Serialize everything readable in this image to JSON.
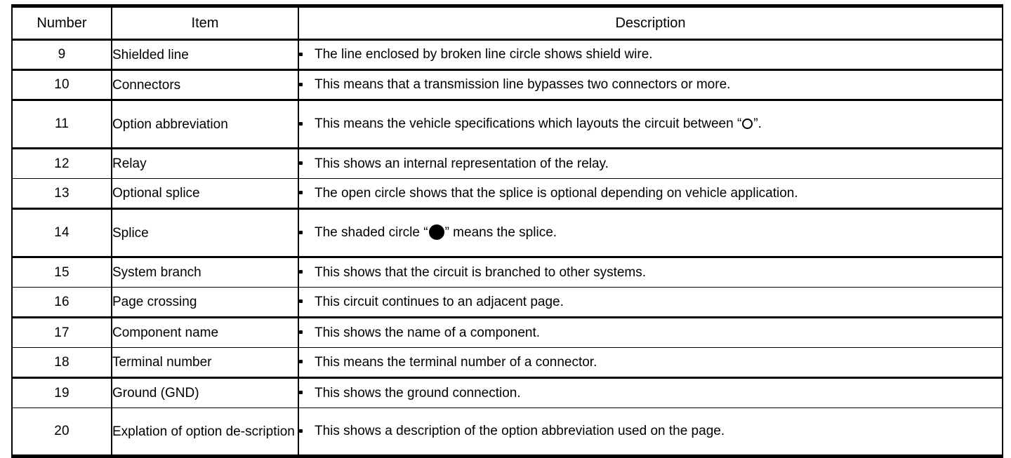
{
  "table": {
    "headers": {
      "number": "Number",
      "item": "Item",
      "description": "Description"
    },
    "rows": [
      {
        "number": "9",
        "item": "Shielded line",
        "description": "The line enclosed by broken line circle shows shield wire.",
        "desc_pre": "The line enclosed by broken line circle shows shield wire.",
        "desc_post": "",
        "glyph": "none"
      },
      {
        "number": "10",
        "item": "Connectors",
        "description": "This means that a transmission line bypasses two connectors or more.",
        "desc_pre": "This means that a transmission line bypasses two connectors or more.",
        "desc_post": "",
        "glyph": "none"
      },
      {
        "number": "11",
        "item": "Option abbreviation",
        "description": "This means the vehicle specifications which layouts the circuit between “○”.",
        "desc_pre": "This means the vehicle specifications which layouts the circuit between “",
        "desc_post": "”.",
        "glyph": "open-circle"
      },
      {
        "number": "12",
        "item": "Relay",
        "description": "This shows an internal representation of the relay.",
        "desc_pre": "This shows an internal representation of the relay.",
        "desc_post": "",
        "glyph": "none"
      },
      {
        "number": "13",
        "item": "Optional splice",
        "description": "The open circle shows that the splice is optional depending on vehicle application.",
        "desc_pre": "The open circle shows that the splice is optional depending on vehicle application.",
        "desc_post": "",
        "glyph": "none"
      },
      {
        "number": "14",
        "item": "Splice",
        "description": "The shaded circle “●” means the splice.",
        "desc_pre": "The shaded circle “",
        "desc_post": "” means the splice.",
        "glyph": "filled-circle"
      },
      {
        "number": "15",
        "item": "System branch",
        "description": "This shows that the circuit is branched to other systems.",
        "desc_pre": "This shows that the circuit is branched to other systems.",
        "desc_post": "",
        "glyph": "none"
      },
      {
        "number": "16",
        "item": "Page crossing",
        "description": "This circuit continues to an adjacent page.",
        "desc_pre": "This circuit continues to an adjacent page.",
        "desc_post": "",
        "glyph": "none"
      },
      {
        "number": "17",
        "item": "Component name",
        "description": "This shows the name of a component.",
        "desc_pre": "This shows the name of a component.",
        "desc_post": "",
        "glyph": "none"
      },
      {
        "number": "18",
        "item": "Terminal number",
        "description": "This means the terminal number of a connector.",
        "desc_pre": "This means the terminal number of a connector.",
        "desc_post": "",
        "glyph": "none"
      },
      {
        "number": "19",
        "item": "Ground (GND)",
        "description": "This shows the ground connection.",
        "desc_pre": "This shows the ground connection.",
        "desc_post": "",
        "glyph": "none"
      },
      {
        "number": "20",
        "item": "Explation of option de-scription",
        "description": "This shows a description of the option abbreviation used on the page.",
        "desc_pre": "This shows a description of the option abbreviation used on the page.",
        "desc_post": "",
        "glyph": "none"
      }
    ]
  },
  "colors": {
    "rule": "#000000",
    "text": "#000000",
    "background": "#ffffff"
  }
}
